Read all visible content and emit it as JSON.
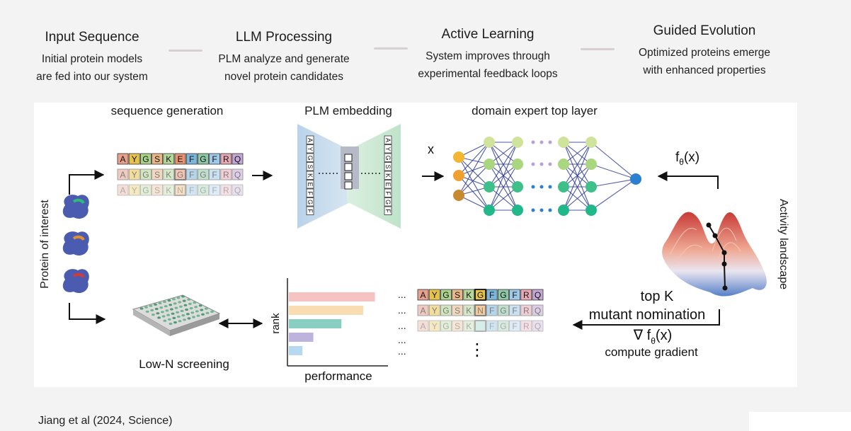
{
  "steps": [
    {
      "title": "Input Sequence",
      "desc1": "Initial protein models",
      "desc2": "are fed into our system"
    },
    {
      "title": "LLM Processing",
      "desc1": "PLM analyze and generate",
      "desc2": "novel protein candidates"
    },
    {
      "title": "Active Learning",
      "desc1": "System improves through",
      "desc2": "experimental feedback loops"
    },
    {
      "title": "Guided Evolution",
      "desc1": "Optimized proteins emerge",
      "desc2": "with enhanced properties"
    }
  ],
  "figure": {
    "sequence_generation": "sequence generation",
    "plm_embedding": "PLM embedding",
    "domain_expert": "domain expert top layer",
    "x_label": "x",
    "f_theta_top": "f",
    "f_theta_sub": "θ",
    "f_theta_arg": "(x)",
    "activity_landscape": "Activity landscape",
    "protein_of_interest": "Protein of interest",
    "low_n_screening": "Low-N screening",
    "rank": "rank",
    "performance": "performance",
    "top_k": "top K",
    "mutant_nomination": "mutant nomination",
    "gradient_prefix": "∇ f",
    "gradient_sub": "θ",
    "gradient_arg": "(x)",
    "compute_gradient": "compute gradient",
    "ellipsis": "...",
    "vertical_dots": "⋮",
    "sequence_letters": [
      "A",
      "Y",
      "G",
      "S",
      "K",
      "E",
      "F",
      "G",
      "F",
      "R",
      "Q"
    ],
    "sequence_row2_letters": [
      "A",
      "Y",
      "G",
      "S",
      "K",
      "G",
      "F",
      "G",
      "F",
      "R",
      "Q"
    ],
    "sequence_row3_letters": [
      "A",
      "Y",
      "G",
      "S",
      "K",
      "N",
      "F",
      "G",
      "F",
      "R",
      "Q"
    ],
    "encoder_letters": [
      "A",
      "Y",
      "G",
      "S",
      "K",
      "E",
      "F",
      "G",
      "F"
    ],
    "decoder_letters": [
      "A",
      "Y",
      "G",
      "S",
      "K",
      "E",
      "F",
      "G",
      "F"
    ],
    "nominated_row1_letters": [
      "A",
      "Y",
      "G",
      "S",
      "K",
      "G",
      "F",
      "G",
      "F",
      "R",
      "Q"
    ],
    "nominated_row2_letters": [
      "A",
      "Y",
      "G",
      "S",
      "K",
      "N",
      "F",
      "G",
      "F",
      "R",
      "Q"
    ],
    "nominated_row3_letters": [
      "A",
      "Y",
      "G",
      "S",
      "K",
      "",
      "F",
      "G",
      "F",
      "R",
      "Q"
    ],
    "letter_colors": [
      "#e7a08b",
      "#e8c24a",
      "#a9d28a",
      "#e9b787",
      "#b6d79a",
      "#e89473",
      "#79b6d9",
      "#8dc8a7",
      "#9fc9e9",
      "#e8a9b6",
      "#c4a7d6"
    ],
    "bar_values": [
      0.95,
      0.82,
      0.58,
      0.27,
      0.15
    ],
    "bar_colors": [
      "#f6c3c3",
      "#f9dcb0",
      "#88cfc2",
      "#bdb3dd",
      "#b6d9ef"
    ]
  },
  "citation": "Jiang et al (2024, Science)"
}
